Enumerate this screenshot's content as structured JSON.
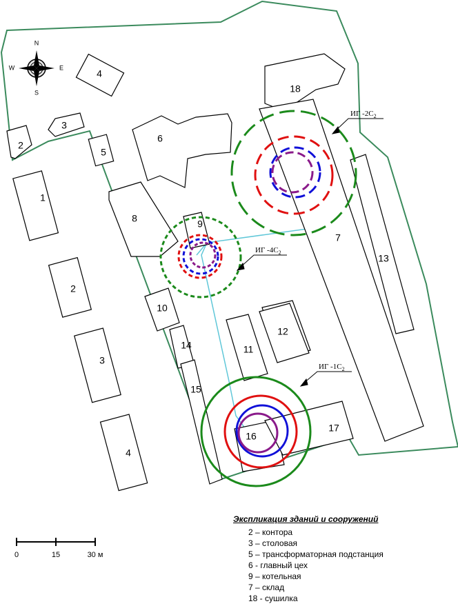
{
  "compass": {
    "n": "N",
    "s": "S",
    "e": "E",
    "w": "W"
  },
  "buildings": [
    {
      "id": "b1",
      "label": "1"
    },
    {
      "id": "b2l",
      "label": "2"
    },
    {
      "id": "b2s",
      "label": "2"
    },
    {
      "id": "b3",
      "label": "3"
    },
    {
      "id": "b3s",
      "label": "3"
    },
    {
      "id": "b4t",
      "label": "4"
    },
    {
      "id": "b4b",
      "label": "4"
    },
    {
      "id": "b5",
      "label": "5"
    },
    {
      "id": "b6",
      "label": "6"
    },
    {
      "id": "b7",
      "label": "7"
    },
    {
      "id": "b8",
      "label": "8"
    },
    {
      "id": "b9",
      "label": "9"
    },
    {
      "id": "b10",
      "label": "10"
    },
    {
      "id": "b11",
      "label": "11"
    },
    {
      "id": "b12",
      "label": "12"
    },
    {
      "id": "b13",
      "label": "13"
    },
    {
      "id": "b14",
      "label": "14"
    },
    {
      "id": "b15",
      "label": "15"
    },
    {
      "id": "b16",
      "label": "16"
    },
    {
      "id": "b17",
      "label": "17"
    },
    {
      "id": "b18",
      "label": "18"
    }
  ],
  "zones": [
    {
      "id": "z2",
      "label_main": "ИГ -2С",
      "label_sub": "2"
    },
    {
      "id": "z4",
      "label_main": "ИГ -4С",
      "label_sub": "2"
    },
    {
      "id": "z1",
      "label_main": "ИГ -1С",
      "label_sub": "2"
    }
  ],
  "scale": {
    "ticks": [
      "0",
      "15",
      "30 м"
    ]
  },
  "legend": {
    "title": "Экспликация зданий и сооружений",
    "items": [
      "2 – контора",
      "3 – столовая",
      "5 – трансформаторная подстанция",
      "6 - главный цех",
      "9 – котельная",
      "7 – склад",
      "18 - сушилка"
    ]
  },
  "colors": {
    "boundary": "#3a8a5c",
    "green": "#1b8a1b",
    "red": "#e01010",
    "blue": "#1010d8",
    "purple": "#8a1a8a",
    "pipe": "#5fc7d8"
  }
}
